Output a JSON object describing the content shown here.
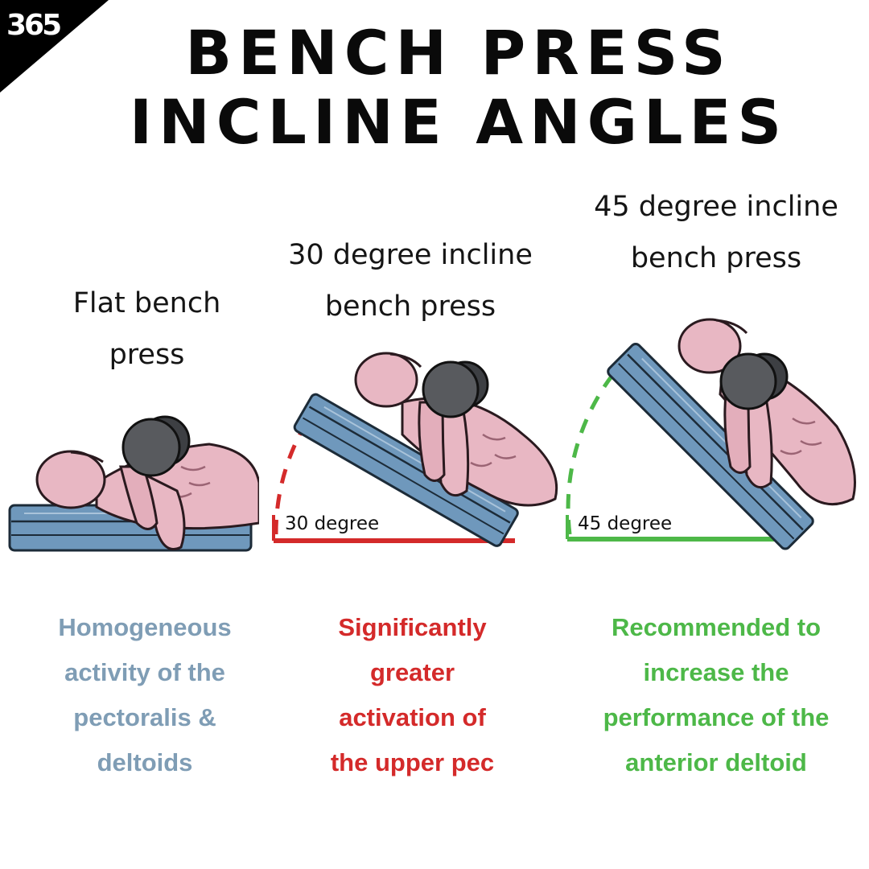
{
  "logo": {
    "text": "365",
    "icon": "corner-badge-logo"
  },
  "title": {
    "line1": "BENCH PRESS",
    "line2": "INCLINE ANGLES"
  },
  "panels": [
    {
      "label_lines": [
        "Flat bench",
        "press"
      ],
      "description_lines": [
        "Homogeneous",
        "activity of the",
        "pectoralis &",
        "deltoids"
      ],
      "color": "#7f9db5"
    },
    {
      "label_lines": [
        "30 degree incline",
        "bench press"
      ],
      "angle_label": "30 degree",
      "angle": 30,
      "description_lines": [
        "Significantly",
        "greater",
        "activation of",
        "the upper pec"
      ],
      "color": "#d42a2a"
    },
    {
      "label_lines": [
        "45 degree incline",
        "bench press"
      ],
      "angle_label": "45 degree",
      "angle": 45,
      "description_lines": [
        "Recommended to",
        "increase the",
        "performance of the",
        "anterior deltoid"
      ],
      "color": "#4db848"
    }
  ],
  "colors": {
    "bench": "#6f98bc",
    "bench_stroke": "#1c2b38",
    "skin": "#e8b7c3",
    "skin_shadow": "#c48b9a",
    "dumbbell": "#585a5e",
    "title": "#0a0a0a"
  }
}
